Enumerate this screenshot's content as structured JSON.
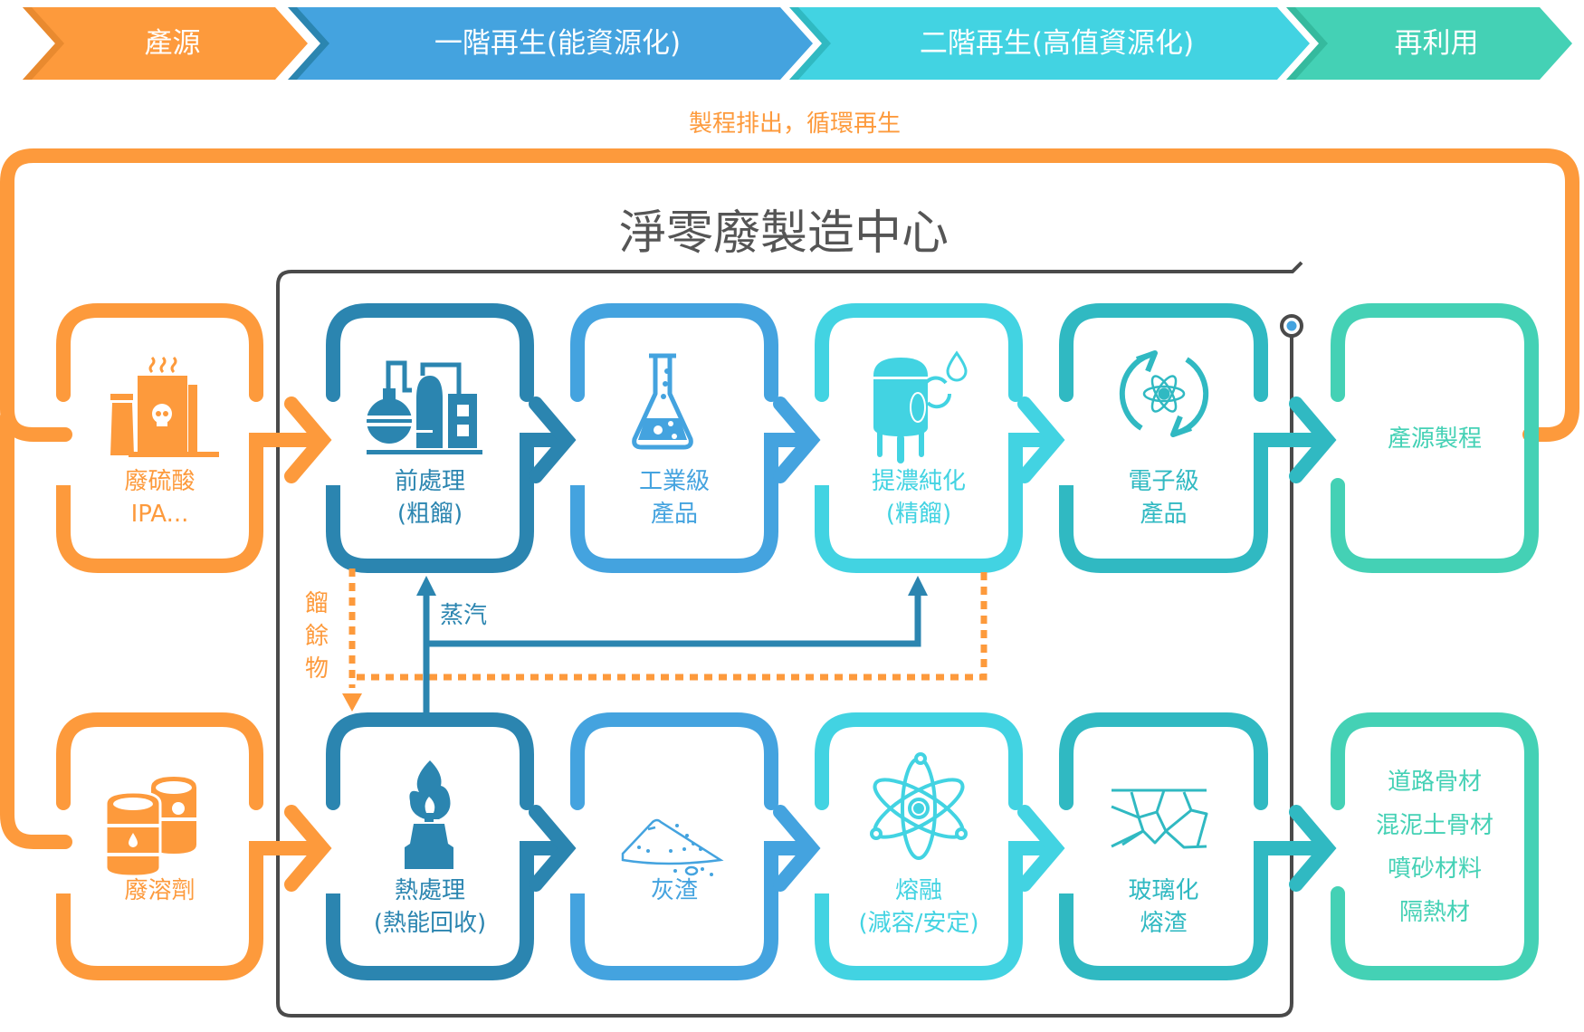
{
  "colors": {
    "orange": "#FD9A3C",
    "dark_blue": "#2B85B0",
    "blue": "#44A3DF",
    "cyan": "#42D3E2",
    "teal": "#30B9C2",
    "green": "#44D1B5",
    "frame": "#4A4A4A",
    "title": "#555555"
  },
  "stages": [
    {
      "label": "產源",
      "color": "#FD9A3C",
      "edge": "#E98A2F"
    },
    {
      "label": "一階再生(能資源化)",
      "color": "#44A3DF",
      "edge": "#2B85B0"
    },
    {
      "label": "二階再生(高值資源化)",
      "color": "#42D3E2",
      "edge": "#30B9C2"
    },
    {
      "label": "再利用",
      "color": "#44D1B5",
      "edge": "#35BA9E"
    }
  ],
  "loop_label": "製程排出，循環再生",
  "center_title": "淨零廢製造中心",
  "rows": [
    {
      "boxes": [
        {
          "lines": [
            "廢硫酸",
            "IPA..."
          ],
          "icon": "toxic-factory-icon",
          "color": "#FD9A3C"
        },
        {
          "lines": [
            "前處理",
            "(粗餾)"
          ],
          "icon": "distillation-plant-icon",
          "color": "#2B85B0"
        },
        {
          "lines": [
            "工業級",
            "產品"
          ],
          "icon": "flask-icon",
          "color": "#44A3DF"
        },
        {
          "lines": [
            "提濃純化",
            "(精餾)"
          ],
          "icon": "purification-tank-icon",
          "color": "#42D3E2"
        },
        {
          "lines": [
            "電子級",
            "產品"
          ],
          "icon": "atom-cycle-icon",
          "color": "#30B9C2"
        },
        {
          "lines": [
            "產源製程"
          ],
          "icon": "",
          "color": "#44D1B5"
        }
      ]
    },
    {
      "boxes": [
        {
          "lines": [
            "廢溶劑"
          ],
          "icon": "chemical-barrels-icon",
          "color": "#FD9A3C"
        },
        {
          "lines": [
            "熱處理",
            "(熱能回收)"
          ],
          "icon": "burner-flame-icon",
          "color": "#2B85B0"
        },
        {
          "lines": [
            "灰渣"
          ],
          "icon": "ash-pile-icon",
          "color": "#44A3DF"
        },
        {
          "lines": [
            "熔融",
            "(減容/安定)"
          ],
          "icon": "atom-icon",
          "color": "#42D3E2"
        },
        {
          "lines": [
            "玻璃化",
            "熔渣"
          ],
          "icon": "cracked-glass-icon",
          "color": "#30B9C2"
        },
        {
          "lines": [
            "道路骨材",
            "混泥土骨材",
            "噴砂材料",
            "隔熱材"
          ],
          "icon": "",
          "color": "#44D1B5"
        }
      ]
    }
  ],
  "residue_label": [
    "餾",
    "餘",
    "物"
  ],
  "steam_label": "蒸汽"
}
